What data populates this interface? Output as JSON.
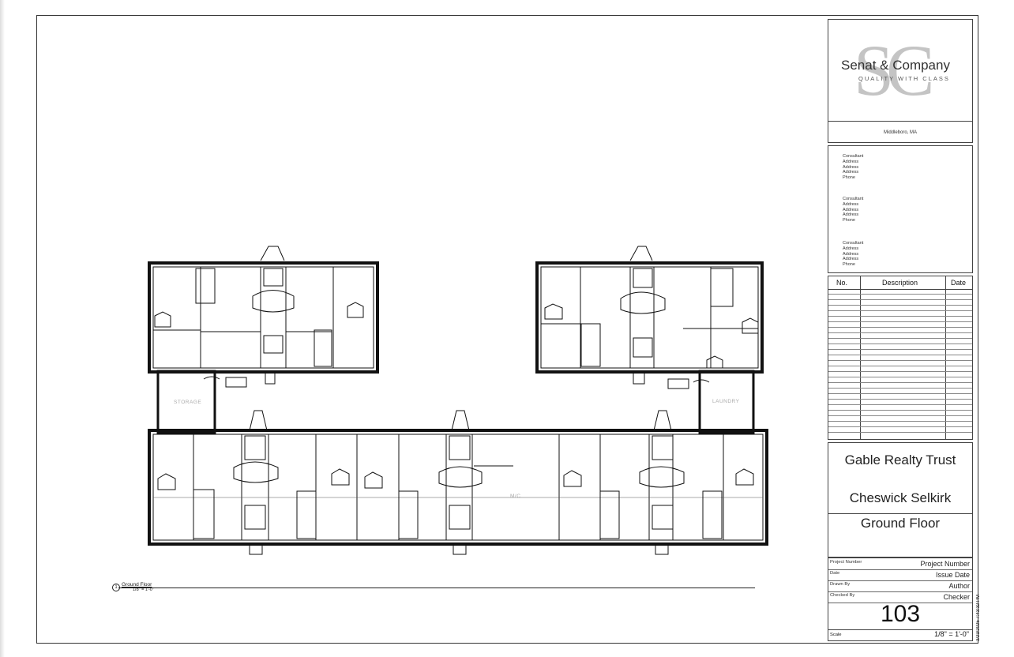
{
  "company": {
    "logo_letters": "SC",
    "name": "Senat & Company",
    "tagline": "QUALITY WITH CLASS",
    "location": "Middleboro, MA"
  },
  "consultants": [
    [
      "Consultant",
      "Address",
      "Address",
      "Address",
      "Phone"
    ],
    [
      "Consultant",
      "Address",
      "Address",
      "Address",
      "Phone"
    ],
    [
      "Consultant",
      "Address",
      "Address",
      "Address",
      "Phone"
    ]
  ],
  "revisions": {
    "col_no": "No.",
    "col_desc": "Description",
    "col_date": "Date"
  },
  "project": {
    "client": "Gable Realty Trust",
    "name": "Cheswick Selkirk",
    "sheet_name": "Ground Floor"
  },
  "info": [
    {
      "label": "Project Number",
      "value": "Project Number"
    },
    {
      "label": "Date",
      "value": "Issue Date"
    },
    {
      "label": "Drawn By",
      "value": "Author"
    },
    {
      "label": "Checked By",
      "value": "Checker"
    }
  ],
  "sheet_number": "103",
  "scale": {
    "label": "Scale",
    "value": "1/8\" = 1'-0\""
  },
  "timestamp": "3/23/2025 7:43:32 PM",
  "view": {
    "number": "1",
    "title": "Ground Floor",
    "scale": "1/8\" = 1'-0\""
  },
  "rooms": {
    "storage": "STORAGE",
    "laundry": "LAUNDRY",
    "mech": "M/C"
  }
}
